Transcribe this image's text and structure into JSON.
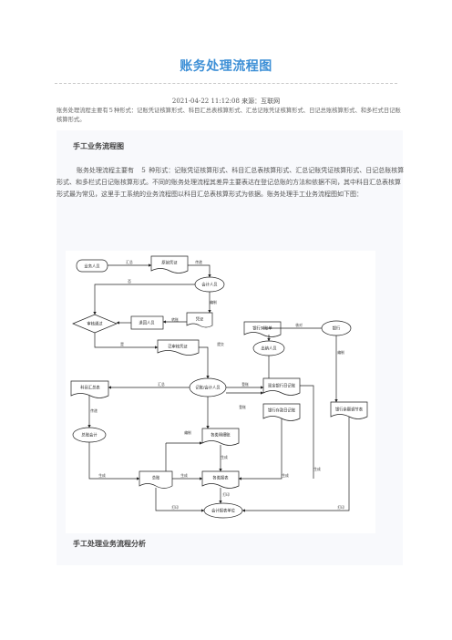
{
  "article": {
    "title": "账务处理流程图",
    "meta": "2021-04-22 11:12:08 来源：互联网",
    "summary": "账务处理流程主要有５种形式：记账凭证核算形式、科目汇总表核算形式、汇总记账凭证核算形式、日记总账核算形式、和多栏式日记账核算形式。",
    "section1_heading": "手工业务流程图",
    "section1_body": "账务处理流程主要有　５ 种形式：记账凭证核算形式、科目汇总表核算形式、汇总记账凭证核算形式、日记总账核算形式、和多栏式日记账核算形式。不同的账务处理流程其差异主要表达在登记总账的方法和依据不同，其中科目汇总表核算形式最为常见，这里手工系统的业务流程图以科目汇总表核算形式为依据。账务处理手工业务流程图如下图：",
    "section2_heading": "手工处理业务流程分析"
  },
  "flowchart": {
    "nodes": {
      "business": "业务人员",
      "orig_voucher": "原始凭证",
      "accountant": "会计人员",
      "review_ok": "审核通过",
      "resend": "退回人员",
      "voucher_doc": "凭证",
      "recorded": "已审核凭证",
      "bank_stmt": "银行对账单",
      "bank": "银行",
      "cashier": "出纳人员",
      "chief": "记账/会计人员",
      "summary_table": "科目汇总表",
      "cash_journal": "现金银行日记账",
      "recon": "银行余额调节表",
      "deposit": "银行存款日记账",
      "gl_acct": "总账会计",
      "detail_ledger": "各类明细账",
      "gl": "总账",
      "check": "各类报表",
      "report": "会计报表单位"
    },
    "edges": {
      "submit": "汇总",
      "transfer": "传递",
      "no": "否",
      "yes": "是",
      "prep": "编制",
      "pass": "转账",
      "submit2": "提交",
      "summary": "汇总",
      "record": "登账",
      "send": "传递",
      "prep2": "编制",
      "gen": "生成",
      "gen2": "生成",
      "gen3": "生成",
      "gen4": "生成",
      "gen5": "生成",
      "print": "打印",
      "print2": "打印",
      "print3": "打印",
      "return": "退回",
      "entry": "登账",
      "reg": "编制",
      "check": "核对",
      "yes2": "是"
    }
  }
}
